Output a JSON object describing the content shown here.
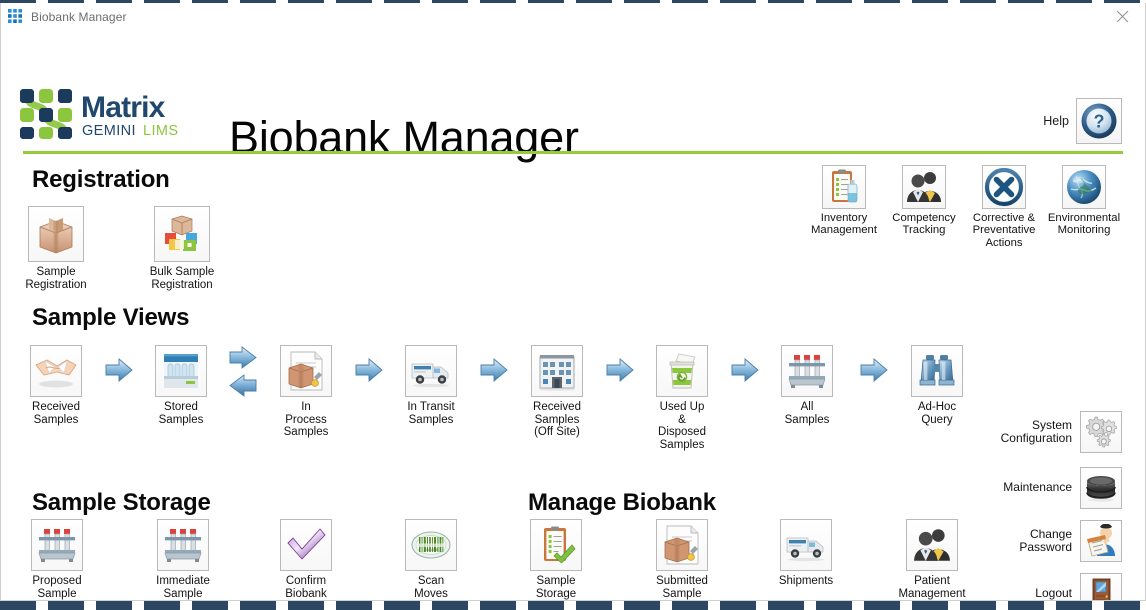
{
  "window": {
    "title": "Biobank Manager",
    "app_icon": "grid-squares-icon",
    "close_icon": "close-icon"
  },
  "header": {
    "brand": {
      "name": "Matrix",
      "subtitle_dark": "GEMINI",
      "subtitle_green": "LIMS",
      "logo_icon": "matrix-gemini-logo"
    },
    "app_title": "Biobank Manager",
    "help_label": "Help",
    "help_icon": "question-mark-help-icon",
    "accent_green": "#97cb3b",
    "brand_navy": "#1b3a5c"
  },
  "top_right_modules": [
    {
      "label": "Inventory\nManagement",
      "icon": "clipboard-bottle-icon"
    },
    {
      "label": "Competency\nTracking",
      "icon": "two-people-icon"
    },
    {
      "label": "Corrective &\nPreventative\nActions",
      "icon": "circle-x-icon"
    },
    {
      "label": "Environmental\nMonitoring",
      "icon": "globe-icon"
    }
  ],
  "sections": [
    {
      "key": "registration",
      "heading": "Registration",
      "tiles": [
        {
          "label": "Sample\nRegistration",
          "icon": "box-package-icon"
        },
        {
          "label": "Bulk Sample\nRegistration",
          "icon": "box-with-colored-blocks-icon"
        }
      ]
    },
    {
      "key": "sample_views",
      "heading": "Sample Views",
      "tiles": [
        {
          "label": "Received\nSamples",
          "icon": "handshake-icon"
        },
        {
          "label": "Stored\nSamples",
          "icon": "freezer-vials-icon"
        },
        {
          "label": "In\nProcess\nSamples",
          "icon": "document-box-process-icon"
        },
        {
          "label": "In Transit\nSamples",
          "icon": "delivery-van-icon"
        },
        {
          "label": "Received\nSamples\n(Off Site)",
          "icon": "building-icon"
        },
        {
          "label": "Used Up\n&\nDisposed\nSamples",
          "icon": "recycle-bin-icon"
        },
        {
          "label": "All\nSamples",
          "icon": "vial-rack-icon"
        },
        {
          "label": "Ad-Hoc\nQuery",
          "icon": "binoculars-icon"
        }
      ],
      "arrows": [
        {
          "direction": "right"
        },
        {
          "direction": "right-and-left"
        },
        {
          "direction": "right"
        },
        {
          "direction": "right"
        },
        {
          "direction": "right"
        },
        {
          "direction": "right"
        },
        {
          "direction": "right"
        }
      ]
    },
    {
      "key": "sample_storage",
      "heading": "Sample Storage",
      "tiles": [
        {
          "label": "Proposed\nSample\nStorage",
          "icon": "vial-rack-icon"
        },
        {
          "label": "Immediate\nSample\nStorage",
          "icon": "vial-rack-icon"
        },
        {
          "label": "Confirm\nBiobank\nMoves",
          "icon": "purple-checkmark-icon"
        },
        {
          "label": "Scan\nMoves",
          "icon": "barcode-scan-icon"
        }
      ]
    },
    {
      "key": "manage_biobank",
      "heading": "Manage Biobank",
      "tiles": [
        {
          "label": "Sample\nStorage\nAudit Lists",
          "icon": "clipboard-check-icon"
        },
        {
          "label": "Submitted\nSample\nPull Lists",
          "icon": "document-box-process-icon"
        },
        {
          "label": "Shipments",
          "icon": "delivery-van-icon"
        },
        {
          "label": "Patient\nManagement",
          "icon": "two-people-icon"
        }
      ]
    }
  ],
  "side_menu": [
    {
      "label": "System\nConfiguration",
      "icon": "gears-icon"
    },
    {
      "label": "Maintenance",
      "icon": "database-icon"
    },
    {
      "label": "Change\nPassword",
      "icon": "person-clipboard-icon"
    },
    {
      "label": "Logout",
      "icon": "door-exit-icon"
    }
  ]
}
